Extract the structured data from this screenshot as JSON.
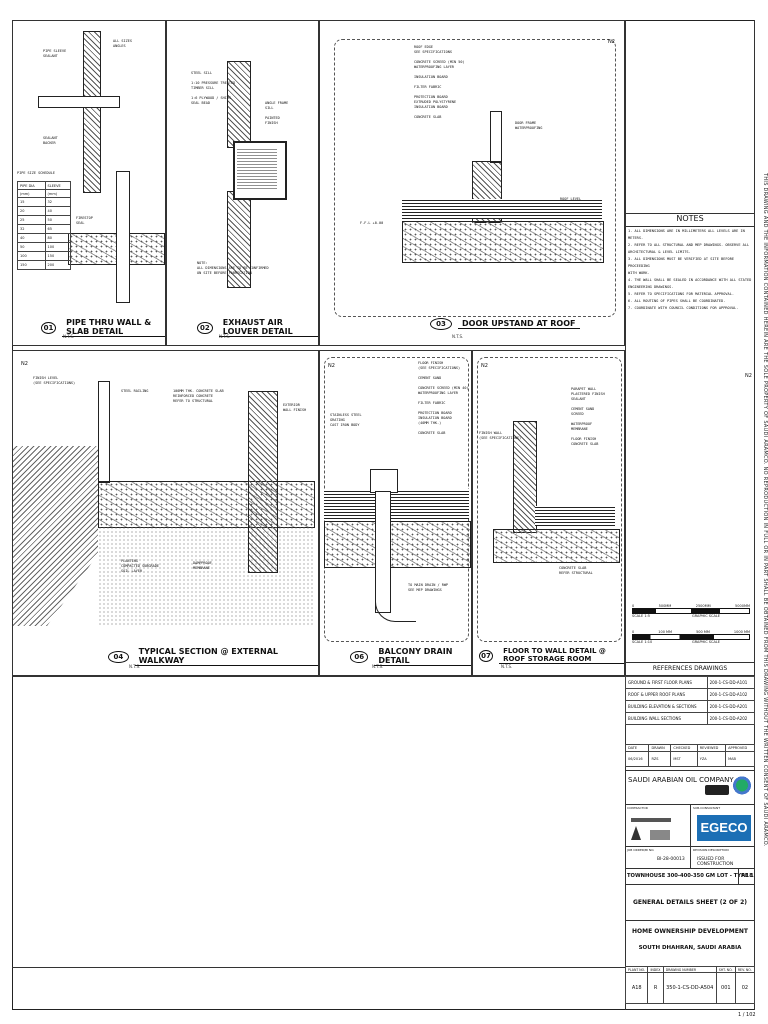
{
  "details": [
    {
      "num": "01",
      "title": "PIPE THRU WALL & SLAB DETAIL",
      "scale": "N.T.S."
    },
    {
      "num": "02",
      "title": "EXHAUST AIR LOUVER DETAIL",
      "scale": "N.T.S."
    },
    {
      "num": "03",
      "title": "DOOR UPSTAND AT ROOF",
      "scale": "N.T.S."
    },
    {
      "num": "04",
      "title": "TYPICAL SECTION @ EXTERNAL WALKWAY",
      "scale": "N.T.S."
    },
    {
      "num": "06",
      "title": "BALCONY DRAIN DETAIL",
      "scale": "N.T.S."
    },
    {
      "num": "07",
      "title": "FLOOR TO WALL DETAIL @ ROOF STORAGE ROOM",
      "scale": "N.T.S."
    }
  ],
  "revision_tags": {
    "a": "N2",
    "b": "N2",
    "c": "N2",
    "d": "N2",
    "e": "N2"
  },
  "pipe_table": {
    "title": "PIPE SIZE SCHEDULE",
    "headers": [
      "PIPE DIA",
      "SLEEVE"
    ],
    "subheaders": [
      "(mm)",
      "(mm)"
    ],
    "rows": [
      [
        "15",
        "32"
      ],
      [
        "20",
        "40"
      ],
      [
        "25",
        "50"
      ],
      [
        "32",
        "65"
      ],
      [
        "40",
        "80"
      ],
      [
        "50",
        "100"
      ],
      [
        "100",
        "150"
      ],
      [
        "150",
        "200"
      ]
    ]
  },
  "notes": {
    "heading": "NOTES",
    "items": [
      "1. ALL DIMENSIONS ARE IN MILLIMETERS ALL LEVELS ARE IN METERS.",
      "2. REFER TO ALL STRUCTURAL AND MEP DRAWINGS. OBSERVE ALL",
      "   ARCHITECTURAL & LEVEL LIMITS.",
      "3. ALL DIMENSIONS MUST BE VERIFIED AT SITE BEFORE PROCEEDING",
      "   WITH WORK.",
      "4. THE WALL SHALL BE SEALED IN ACCORDANCE WITH ALL STATED",
      "   ENGINEERING DRAWINGS.",
      "5. REFER TO SPECIFICATIONS FOR MATERIAL APPROVAL.",
      "6. ALL ROUTING OF PIPES SHALL BE COORDINATED.",
      "7. COORDINATE WITH COUNCIL CONDITIONS FOR APPROVAL."
    ]
  },
  "scale_bars": {
    "top": {
      "labels": [
        "0",
        "500MM",
        "2500MM",
        "5000MM"
      ],
      "left_text": "SCALE 1:5",
      "right_text": "GRAPHIC SCALE"
    },
    "bottom": {
      "labels": [
        "0",
        "100 MM",
        "500 MM",
        "1000 MM"
      ],
      "left_text": "SCALE 1:10",
      "right_text": "GRAPHIC SCALE"
    }
  },
  "references": {
    "heading": "REFERENCES DRAWINGS",
    "rows": [
      [
        "GROUND & FIRST FLOOR PLANS",
        "200-1-CS-DD-A101"
      ],
      [
        "ROOF & UPPER ROOF PLANS",
        "200-1-CS-DD-A102"
      ],
      [
        "BUILDING ELEVATION & SECTIONS",
        "200-1-CS-DD-A201"
      ],
      [
        "BUILDING WALL SECTIONS",
        "200-1-CS-DD-A202"
      ]
    ]
  },
  "approval": {
    "headers": [
      "DATE",
      "DRAWN",
      "CHECKED",
      "REVIEWED",
      "APPROVED"
    ],
    "values": [
      "06/2016",
      "RZS",
      "MST",
      "YZA",
      "MAB"
    ]
  },
  "company": "SAUDI ARABIAN OIL COMPANY",
  "contractor_label": "CONTRACTOR",
  "consultant_label": "SUB-CONSULTANT",
  "consultant_logo": "EGECO",
  "job_label": "JOB ORDER/BI NO.",
  "revision_label": "REVISION DESCRIPTION",
  "job_number": "BI-28-00013",
  "revision_desc": "ISSUED FOR CONSTRUCTION",
  "project_type": "TOWNHOUSE 300-400-350 GM LOT - TYPE 1",
  "project_code": "A18",
  "sheet_title": "GENERAL DETAILS SHEET (2 OF 2)",
  "project_name": "HOME OWNERSHIP DEVELOPMENT",
  "location": "SOUTH DHAHRAN, SAUDI ARABIA",
  "footer": {
    "headers": [
      "PLANT NO.",
      "INDEX",
      "DRAWING NUMBER",
      "SHT. NO.",
      "REV. NO."
    ],
    "values": [
      "A18",
      "R",
      "350-1-CS-DD-A504",
      "001",
      "02"
    ]
  },
  "vertical_notice": "THIS DRAWING AND THE INFORMATION CONTAINED HEREIN ARE THE SOLE PROPERTY OF SAUDI ARAMCO. NO REPRODUCTION IN FULL OR IN PART SHALL BE OBTAINED FROM THIS DRAWING WITHOUT THE WRITTEN CONSENT OF SAUDI ARAMCO.",
  "page_corner": "1 / 102"
}
